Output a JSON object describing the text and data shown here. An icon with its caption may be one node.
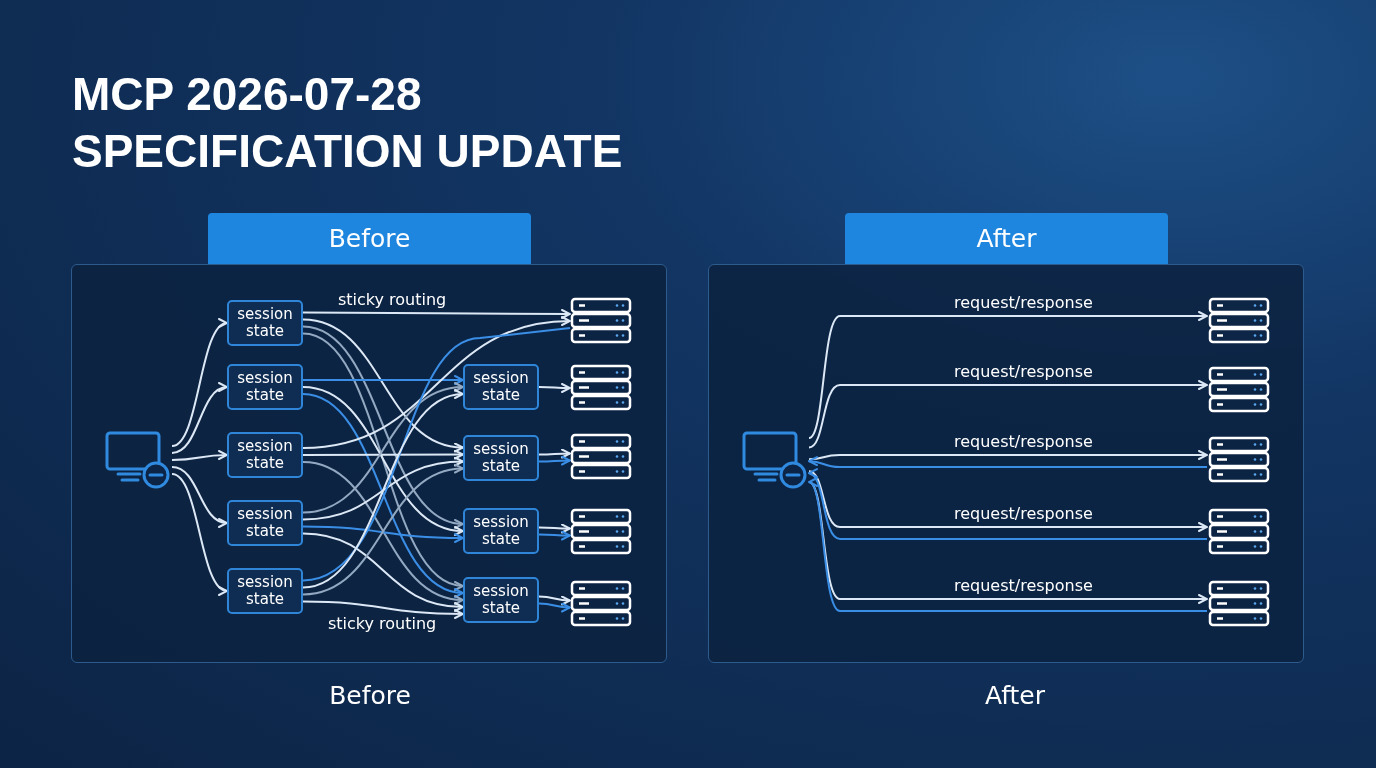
{
  "diagram": {
    "title": "MCP 2026-07-28 SPECIFICATION UPDATE",
    "nodes": [
      {
        "text": [
          "Before"
        ],
        "beside": [
          "Before"
        ]
      },
      {
        "text": [],
        "shape": "monitor",
        "in": 0
      },
      {
        "text": [
          "session state"
        ],
        "in": 0
      },
      {
        "text": [
          "session state"
        ],
        "in": 0
      },
      {
        "text": [
          "session state"
        ],
        "in": 0
      },
      {
        "text": [
          "session state"
        ],
        "in": 0
      },
      {
        "text": [
          "session state"
        ],
        "in": 0
      },
      {
        "text": [
          "session state"
        ],
        "in": 0
      },
      {
        "text": [
          "session state"
        ],
        "in": 0
      },
      {
        "text": [
          "session state"
        ],
        "in": 0
      },
      {
        "text": [
          "session state"
        ],
        "in": 0
      },
      {
        "text": [],
        "shape": "server",
        "in": 0
      },
      {
        "text": [],
        "shape": "server",
        "in": 0
      },
      {
        "text": [],
        "shape": "server",
        "in": 0
      },
      {
        "text": [],
        "shape": "server",
        "in": 0
      },
      {
        "text": [],
        "shape": "server",
        "in": 0
      },
      {
        "text": [
          "After"
        ],
        "beside": [
          "After"
        ]
      },
      {
        "text": [],
        "shape": "monitor",
        "in": 16
      },
      {
        "text": [],
        "shape": "server",
        "in": 16
      },
      {
        "text": [],
        "shape": "server",
        "in": 16
      },
      {
        "text": [],
        "shape": "server",
        "in": 16
      },
      {
        "text": [],
        "shape": "server",
        "in": 16
      },
      {
        "text": [],
        "shape": "server",
        "in": 16
      }
    ],
    "edges": [
      {
        "from": 1,
        "to": 2,
        "arrow": "to"
      },
      {
        "from": 1,
        "to": 3,
        "arrow": "to"
      },
      {
        "from": 1,
        "to": 4,
        "arrow": "to"
      },
      {
        "from": 1,
        "to": 5,
        "arrow": "to"
      },
      {
        "from": 1,
        "to": 6,
        "arrow": "to"
      },
      {
        "from": 2,
        "to": 11,
        "arrow": "to"
      },
      {
        "from": 2,
        "to": 8,
        "arrow": "to"
      },
      {
        "from": 2,
        "to": 9,
        "arrow": "to",
        "color": "#93a9c2"
      },
      {
        "from": 2,
        "to": 10,
        "arrow": "to",
        "color": "#93a9c2"
      },
      {
        "from": 3,
        "to": 7,
        "arrow": "to",
        "color": "#3a8ee6"
      },
      {
        "from": 3,
        "to": 9,
        "arrow": "to"
      },
      {
        "from": 3,
        "to": 10,
        "arrow": "to",
        "color": "#3a8ee6"
      },
      {
        "from": 4,
        "to": 11,
        "arrow": "to"
      },
      {
        "from": 4,
        "to": 8,
        "arrow": "to"
      },
      {
        "from": 4,
        "to": 10,
        "arrow": "to",
        "color": "#93a9c2"
      },
      {
        "from": 5,
        "to": 7,
        "arrow": "to",
        "color": "#93a9c2"
      },
      {
        "from": 5,
        "to": 8,
        "arrow": "to"
      },
      {
        "from": 5,
        "to": 9,
        "arrow": "to",
        "color": "#3a8ee6"
      },
      {
        "from": 5,
        "to": 10,
        "arrow": "to"
      },
      {
        "from": 6,
        "to": 11,
        "arrow": "none",
        "color": "#3a8ee6"
      },
      {
        "from": 6,
        "to": 7,
        "arrow": "to"
      },
      {
        "from": 6,
        "to": 8,
        "arrow": "to",
        "color": "#93a9c2"
      },
      {
        "from": 6,
        "to": 10,
        "arrow": "to"
      },
      {
        "from": 7,
        "to": 12,
        "arrow": "to"
      },
      {
        "from": 8,
        "to": 13,
        "arrow": "to"
      },
      {
        "from": 8,
        "to": 13,
        "arrow": "to",
        "color": "#3a8ee6"
      },
      {
        "from": 9,
        "to": 14,
        "arrow": "to"
      },
      {
        "from": 9,
        "to": 14,
        "arrow": "to",
        "color": "#3a8ee6"
      },
      {
        "from": 10,
        "to": 15,
        "arrow": "to"
      },
      {
        "from": 10,
        "to": 15,
        "arrow": "to",
        "color": "#3a8ee6"
      },
      {
        "from": 17,
        "to": 18,
        "arrow": "to",
        "label": "request/response"
      },
      {
        "from": 17,
        "to": 19,
        "arrow": "to",
        "label": "request/response"
      },
      {
        "from": 17,
        "to": 20,
        "arrow": "to",
        "label": "request/response"
      },
      {
        "from": 20,
        "to": 17,
        "arrow": "to",
        "color": "#3a8ee6"
      },
      {
        "from": 17,
        "to": 21,
        "arrow": "to",
        "label": "request/response"
      },
      {
        "from": 21,
        "to": 17,
        "arrow": "to",
        "color": "#3a8ee6"
      },
      {
        "from": 17,
        "to": 22,
        "arrow": "to",
        "label": "request/response"
      },
      {
        "from": 22,
        "to": 17,
        "arrow": "to",
        "color": "#3a8ee6"
      }
    ],
    "labels": [
      "sticky routing",
      "sticky routing"
    ]
  }
}
